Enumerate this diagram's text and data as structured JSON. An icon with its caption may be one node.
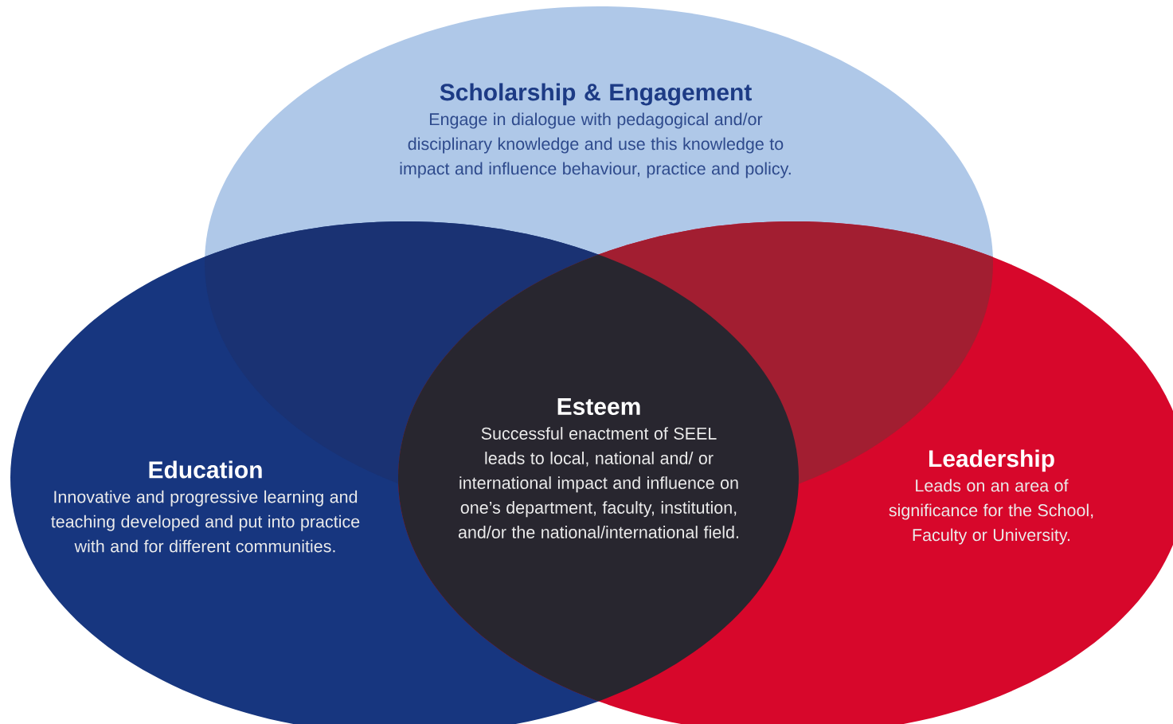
{
  "diagram": {
    "nodes": [
      {
        "text": [
          "Scholarship & Engagement",
          "Engage in dialogue with pedagogical and/or disciplinary knowledge and use this knowledge to impact and influence behaviour, practice and policy."
        ]
      },
      {
        "text": [
          "Education",
          "Innovative and progressive learning and teaching developed and put into practice with and for different communities."
        ]
      },
      {
        "text": [
          "Esteem",
          "Successful enactment of SEEL leads to local, national and/ or international impact and influence on one’s department, faculty, institution, and/or the national/international field."
        ]
      },
      {
        "text": [
          "Leadership",
          "Leads on an area of significance for the School, Faculty or University."
        ]
      }
    ]
  }
}
